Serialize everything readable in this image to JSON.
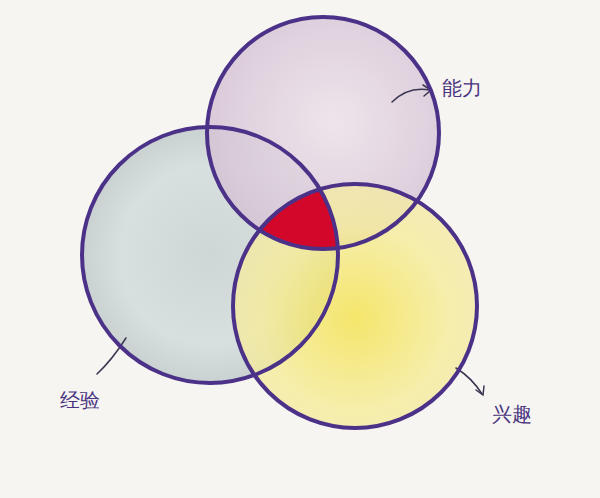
{
  "diagram": {
    "nodes": [
      {
        "text": [
          "能力"
        ]
      },
      {
        "text": [
          "经验"
        ]
      },
      {
        "text": [
          "兴趣"
        ]
      }
    ]
  }
}
